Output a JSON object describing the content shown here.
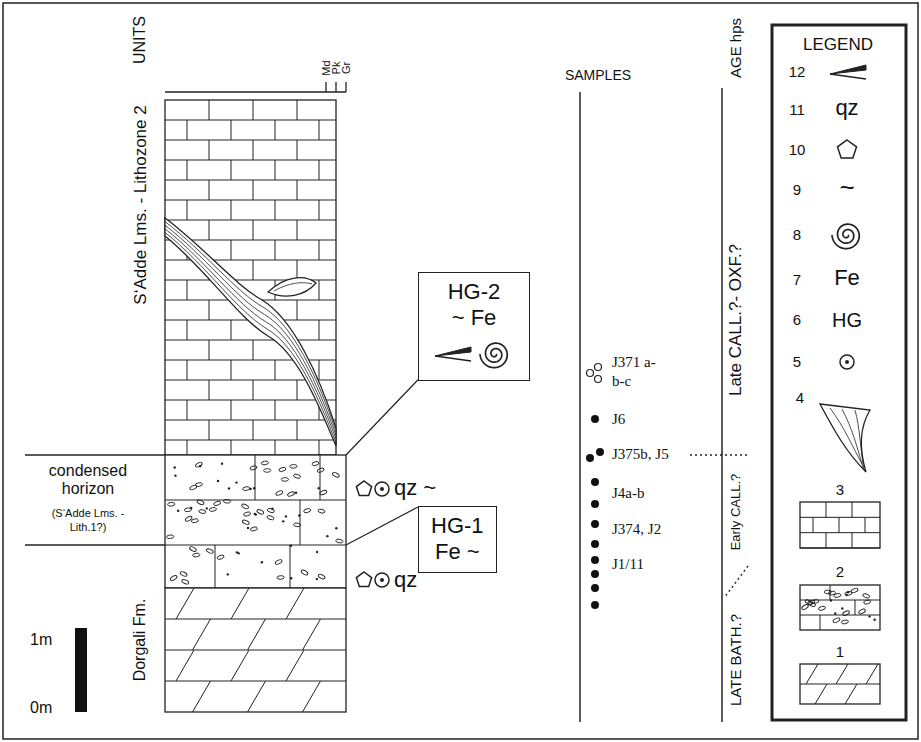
{
  "diagram": {
    "nodes": [
      {
        "text": [
          "HG-2",
          "~ Fe"
        ]
      },
      {
        "text": [
          "HG-1",
          "Fe ~"
        ]
      }
    ],
    "labels": [
      "UNITS",
      "Md",
      "Pk",
      "Gr",
      "S‘Adde Lms. - Lithozone 2",
      "condensed horizon",
      "(S‘Adde Lms. - Lith.1?)",
      "Dorgali Fm.",
      "1m",
      "0m",
      "qz ~",
      "qz",
      "SAMPLES",
      "J371 a-b-c",
      "J6",
      "J375b, J5",
      "J4a-b",
      "J374, J2",
      "J1/11",
      "AGE hps",
      "Late CALL.?- OXF.?",
      "Early CALL.?",
      "LATE BATH.?",
      "LEGEND",
      "qz",
      "Fe",
      "HG",
      "~"
    ],
    "legend": [
      {
        "text": "12"
      },
      {
        "text": "11"
      },
      {
        "text": "10"
      },
      {
        "text": "9"
      },
      {
        "text": "8"
      },
      {
        "text": "7"
      },
      {
        "text": "6"
      },
      {
        "text": "5"
      },
      {
        "text": "4"
      },
      {
        "text": "3"
      },
      {
        "text": "2"
      },
      {
        "text": "1"
      }
    ]
  }
}
